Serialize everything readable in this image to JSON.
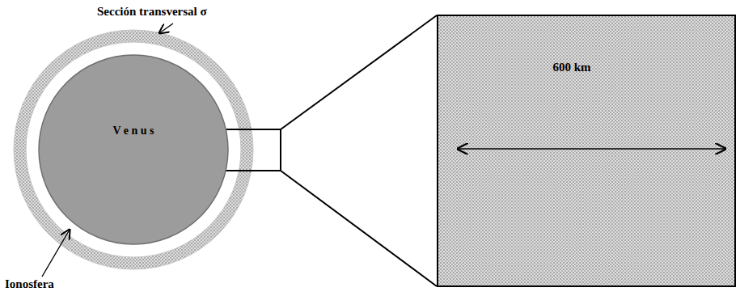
{
  "diagram": {
    "nodes": [
      {
        "text": [
          "V e n u s"
        ]
      },
      {
        "text": [
          "600 km"
        ]
      }
    ],
    "labels": [
      "Sección transversal σ",
      "Ionosfera"
    ]
  }
}
